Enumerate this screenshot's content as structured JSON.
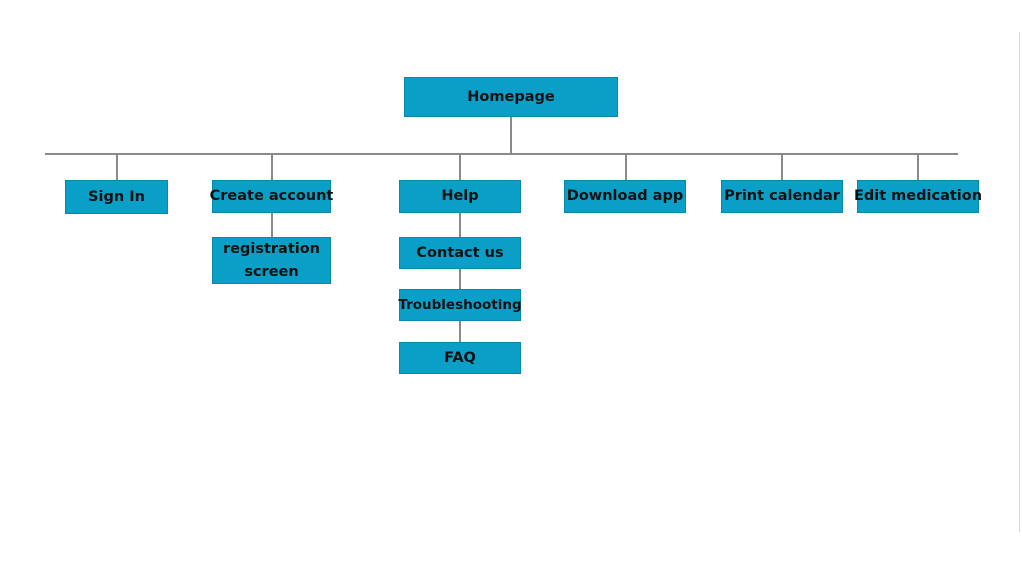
{
  "colors": {
    "node_fill": "#0a9fc6",
    "connector": "#8a8a8a",
    "text": "#111111"
  },
  "sitemap": {
    "root": "Homepage",
    "level1": [
      {
        "label": "Sign In"
      },
      {
        "label": "Create account",
        "children": [
          "registration screen"
        ]
      },
      {
        "label": "Help",
        "children": [
          "Contact us",
          "Troubleshooting",
          "FAQ"
        ]
      },
      {
        "label": "Download app"
      },
      {
        "label": "Print calendar"
      },
      {
        "label": "Edit medication"
      }
    ]
  }
}
